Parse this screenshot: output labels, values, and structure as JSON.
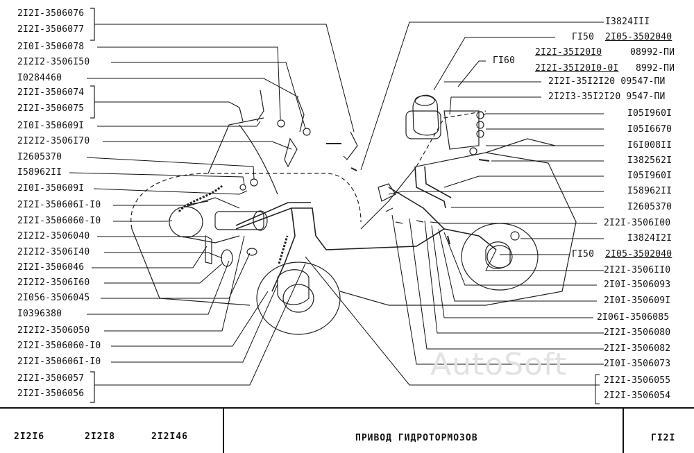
{
  "left_labels": [
    "2I2I-3506076",
    "2I2I-3506077",
    "2I0I-3506078",
    "2I2I2-3506I50",
    "I0284460",
    "2I2I-3506074",
    "2I2I-3506075",
    "2I0I-350609I",
    "2I2I2-3506I70",
    "I2605370",
    "I58962II",
    "2I0I-350609I",
    "2I2I-350606I-I0",
    "2I2I-3506060-I0",
    "2I2I2-3506040",
    "2I2I2-3506I40",
    "2I2I-3506046",
    "2I2I2-3506I60",
    "2I056-3506045",
    "I0396380",
    "2I2I2-3506050",
    "2I2I-3506060-I0",
    "2I2I-350606I-I0",
    "2I2I-3506057",
    "2I2I-3506056"
  ],
  "right_labels": {
    "r1": "I3824III",
    "r2_prefix": "ГI50",
    "r2_code": "2I05-3502040",
    "group_ref": "ГI60",
    "g1_code": "2I2I-35I20I0",
    "g1_note": "08992-ПИ",
    "g2_code": "2I2I-35I20I0-0I",
    "g2_note": "8992-ПИ",
    "r5": "2I2I-35I2I20  09547-ПИ",
    "r6": "2I2I3-35I2I20  9547-ПИ",
    "r7": "I05I960I",
    "r8": "I05I6670",
    "r9": "I6I008II",
    "r10": "I382562I",
    "r11": "I05I960I",
    "r12": "I58962II",
    "r13": "I2605370",
    "r14": "2I2I-3506I00",
    "r15": "I3824I2I",
    "r16_prefix": "ГI50",
    "r16_code": "2I05-3502040",
    "r17": "2I2I-3506II0",
    "r18": "2I0I-3506093",
    "r19": "2I0I-350609I",
    "r20": "2I06I-3506085",
    "r21": "2I2I-3506080",
    "r22": "2I2I-3506082",
    "r23": "2I0I-3506073",
    "r24": "2I2I-3506055",
    "r25": "2I2I-3506054"
  },
  "footer": {
    "models": [
      "2I2I6",
      "2I2I8",
      "2I2I46"
    ],
    "title": "ПРИВОД  ГИДРОТОРМОЗОВ",
    "page": "ГI2I"
  },
  "watermark": "AutoSoft"
}
